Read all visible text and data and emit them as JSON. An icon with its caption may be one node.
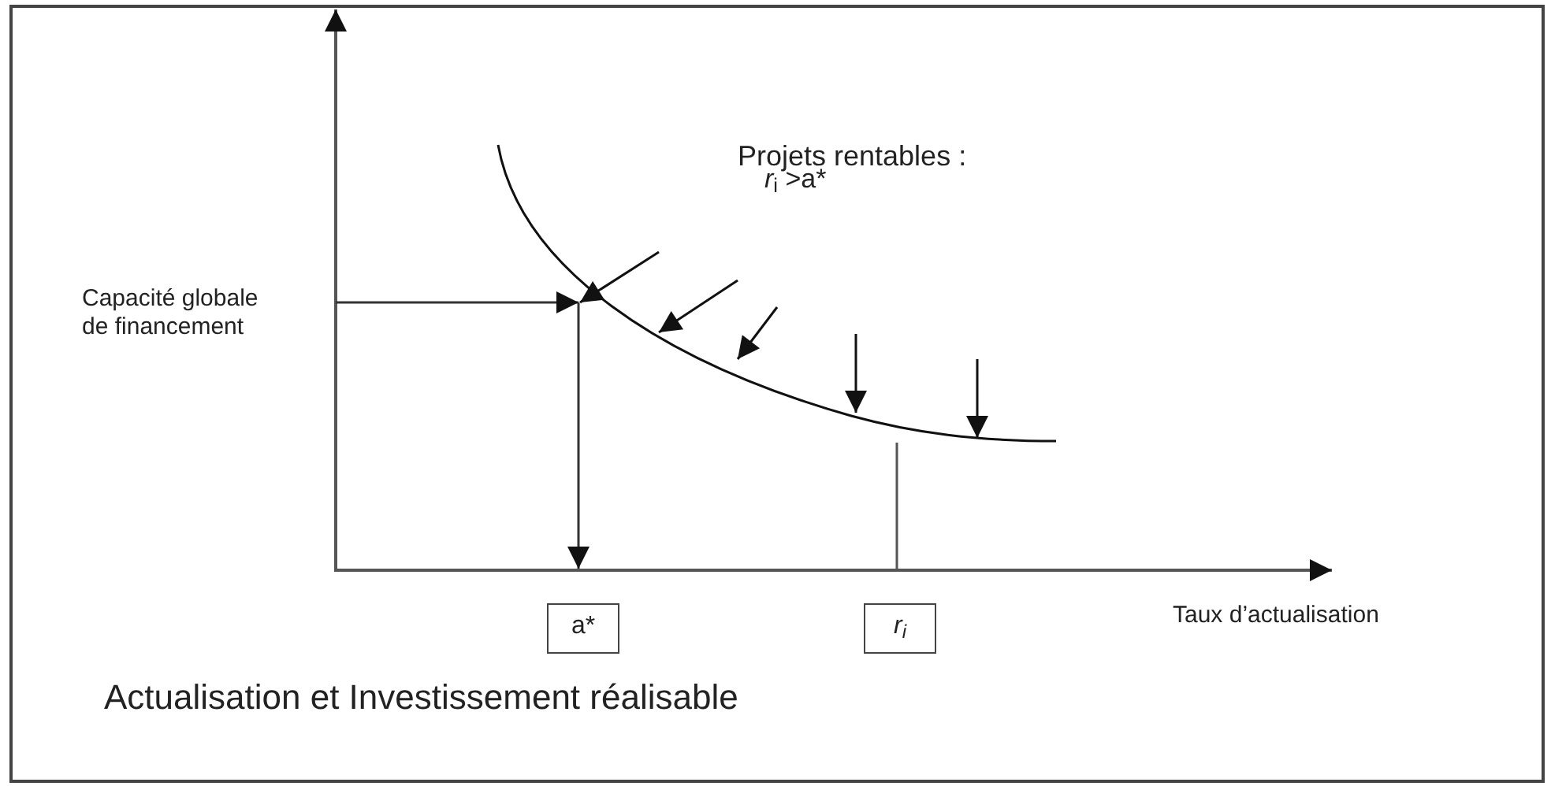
{
  "diagram": {
    "caption": "Actualisation et Investissement réalisable",
    "nodes": [
      {
        "text": [
          "a*"
        ]
      },
      {
        "text": [
          "r$_{i}$"
        ]
      }
    ],
    "labels": [
      "Capacité globale de financement",
      "Projets rentables :",
      "*r*$_{i}$ >a*",
      "Taux d’actualisation"
    ]
  }
}
